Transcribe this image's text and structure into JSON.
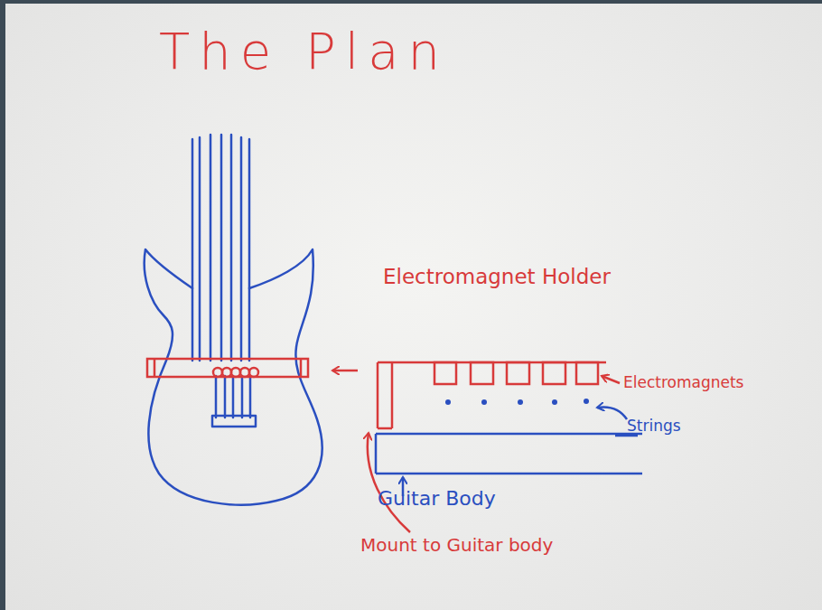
{
  "diagram": {
    "title": "The Plan",
    "labels": [
      "Electromagnet Holder",
      "Electromagnets",
      "Strings",
      "Guitar Body",
      "Mount to Guitar body"
    ]
  }
}
